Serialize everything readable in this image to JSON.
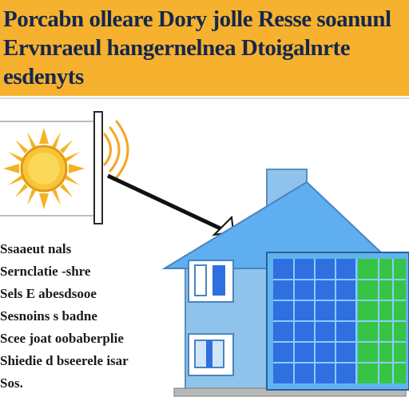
{
  "banner": {
    "title": "Porcabn olleare Dory jolle Resse soanunl Ervnraeul hangernelnea Dtoigalnrte esdenyts",
    "background": "#f6b12f",
    "text_color": "#15284a"
  },
  "body_text": {
    "lines": [
      "Ssaaeut nals",
      "Sernclatie -shre",
      "Sels E abesdsooe",
      "Sesnoins s badne",
      "Scee joat oobaberplie",
      "Shiedie d bseerele isar",
      "Sos."
    ]
  },
  "colors": {
    "sun": "#f5b323",
    "house_wall": "#8fc3ec",
    "roof": "#5eaef0",
    "panel_blue": "#2f6fe0",
    "panel_green": "#37c445",
    "panel_frame": "#5fb4ee"
  }
}
